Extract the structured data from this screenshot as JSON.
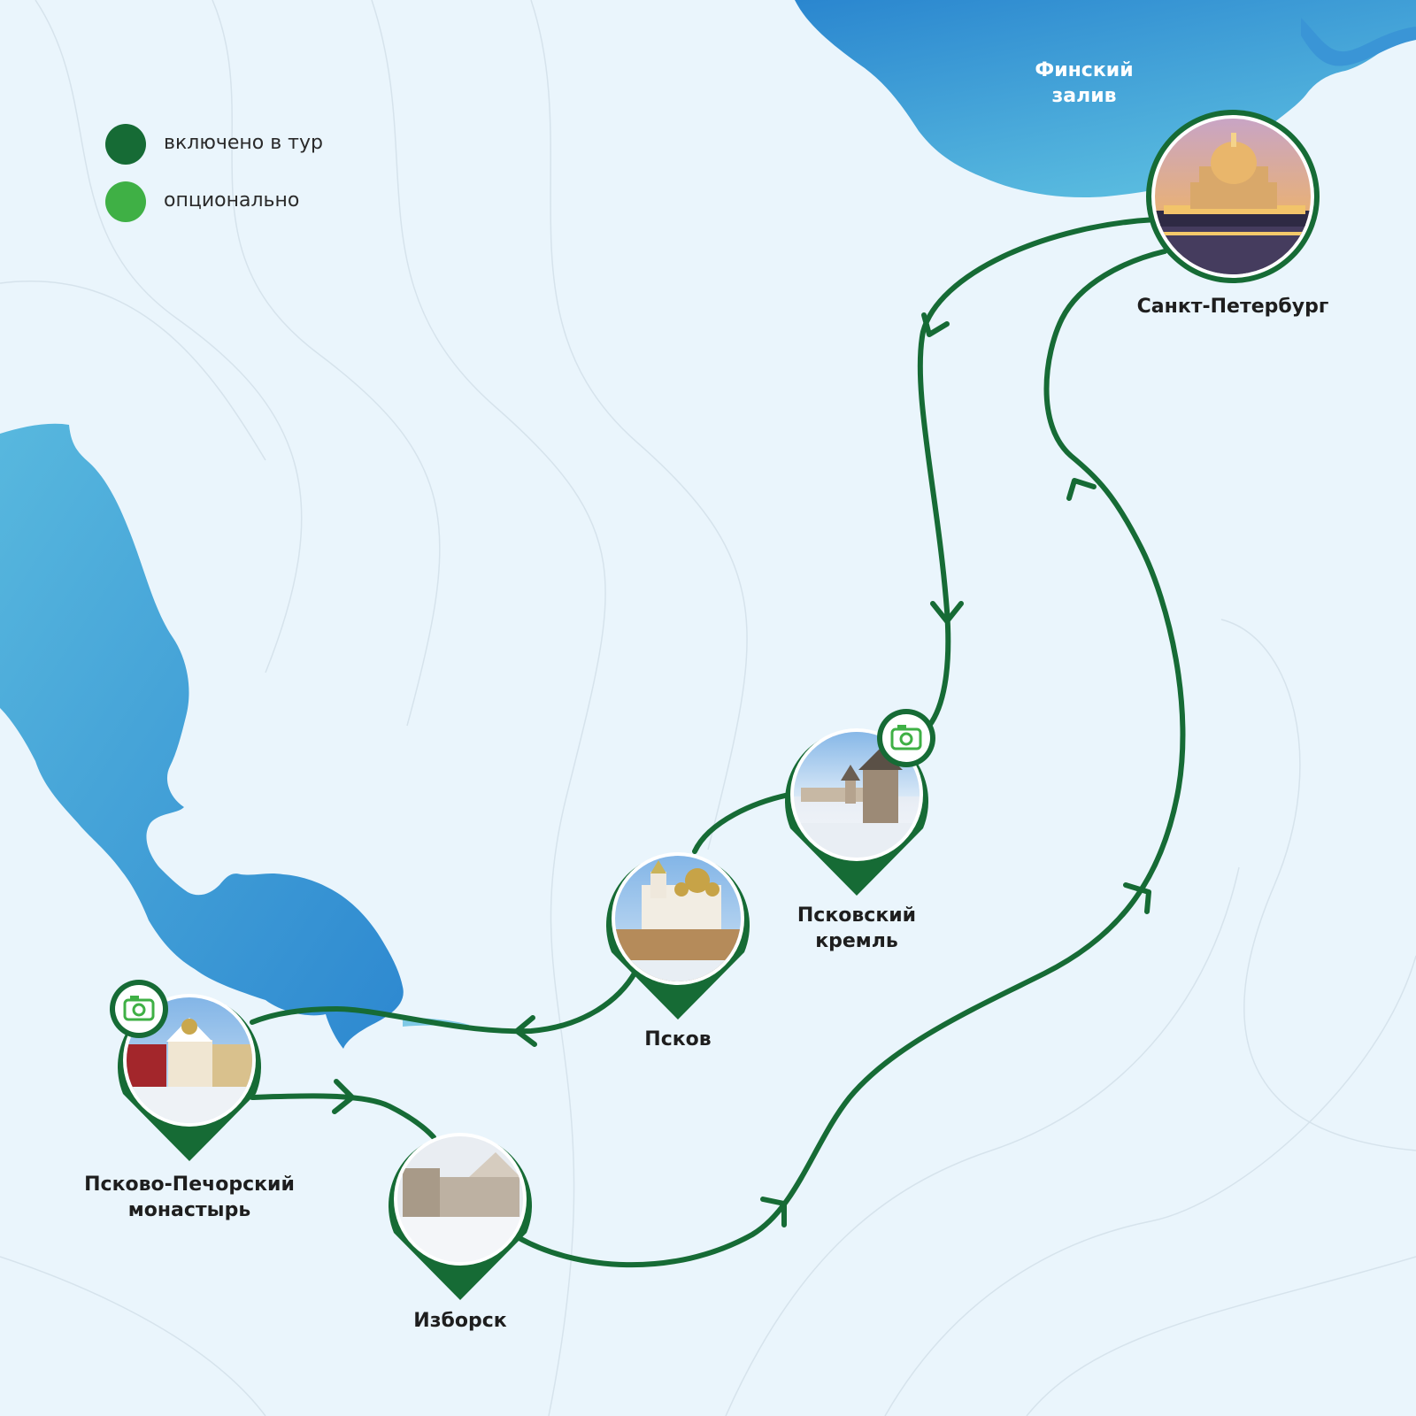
{
  "colors": {
    "background": "#eaf5fc",
    "route": "#166b35",
    "optional": "#3fb045",
    "water_light": "#5bbde0",
    "water_dark": "#2a86cf"
  },
  "legend": {
    "included": "включено в тур",
    "optional": "опционально"
  },
  "water": {
    "gulf": "Финский\nзалив"
  },
  "places": {
    "spb": {
      "name": "Санкт-Петербург",
      "photo": "st-isaacs-cathedral-night-photo"
    },
    "kremlin": {
      "name": "Псковский\nкремль",
      "photo": "pskov-kremlin-tower-winter-photo",
      "badge": "camera-icon"
    },
    "pskov": {
      "name": "Псков",
      "photo": "trinity-cathedral-pskov-photo"
    },
    "pechory": {
      "name": "Псково-Печорский\nмонастырь",
      "photo": "pechory-monastery-winter-photo",
      "badge": "camera-icon"
    },
    "izborsk": {
      "name": "Изборск",
      "photo": "izborsk-fortress-winter-photo"
    }
  }
}
